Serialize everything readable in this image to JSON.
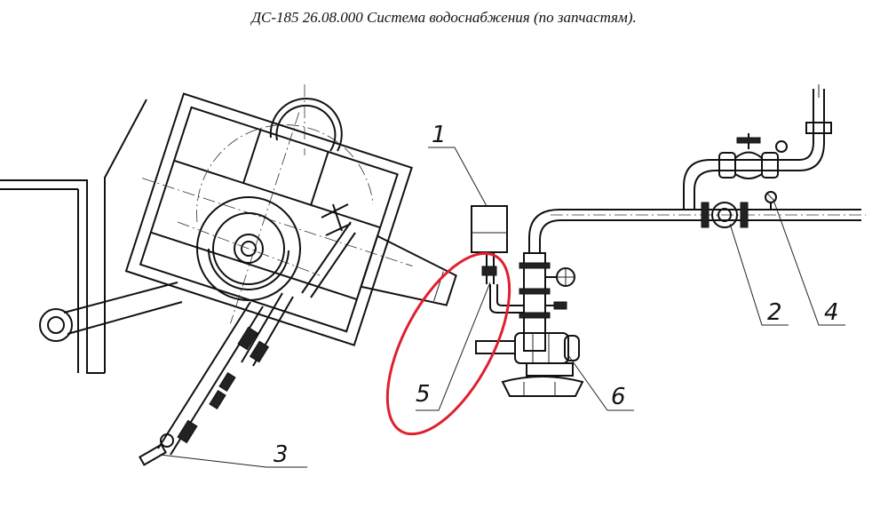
{
  "title": "ДС-185 26.08.000 Система водоснабжения (по запчастям).",
  "callouts": {
    "c1": "1",
    "c2": "2",
    "c3": "3",
    "c4": "4",
    "c5": "5",
    "c6": "6"
  },
  "colors": {
    "line": "#111111",
    "highlight": "#e0202e",
    "background": "#ffffff"
  }
}
